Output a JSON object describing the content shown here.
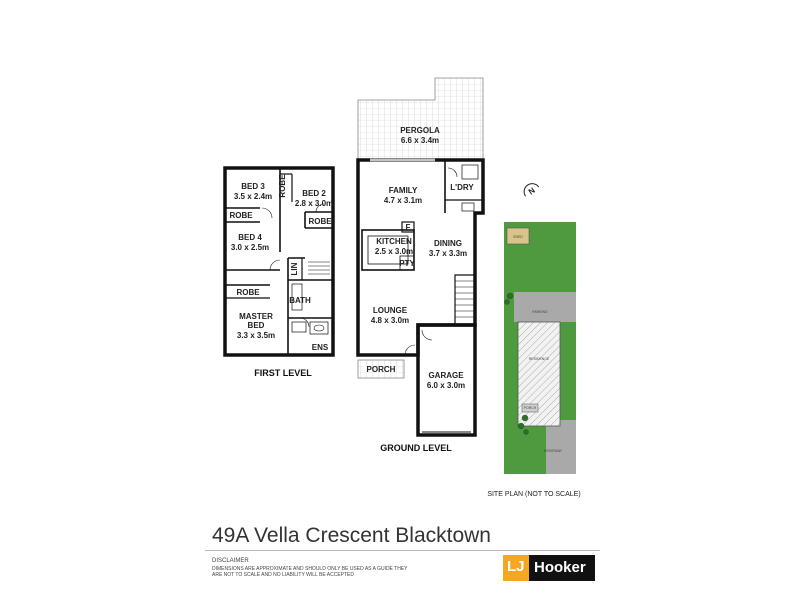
{
  "first_level": {
    "label": "FIRST LEVEL",
    "rooms": {
      "bed3": {
        "name": "BED 3",
        "dims": "3.5 x 2.4m"
      },
      "bed2": {
        "name": "BED 2",
        "dims": "2.8 x 3.0m"
      },
      "bed4": {
        "name": "BED 4",
        "dims": "3.0 x 2.5m"
      },
      "master": {
        "name_1": "MASTER",
        "name_2": "BED",
        "dims": "3.3 x 3.5m"
      },
      "robe_a": "ROBE",
      "robe_b": "ROBE",
      "robe_c": "ROBE",
      "robe_d": "ROBE",
      "lin": "LIN",
      "bath": "BATH",
      "ens": "ENS"
    }
  },
  "ground_level": {
    "label": "GROUND LEVEL",
    "rooms": {
      "pergola": {
        "name": "PERGOLA",
        "dims": "6.6 x 3.4m"
      },
      "family": {
        "name": "FAMILY",
        "dims": "4.7 x 3.1m"
      },
      "ldry": "L'DRY",
      "fridge": "F",
      "kitchen": {
        "name": "KITCHEN",
        "dims": "2.5 x 3.0m"
      },
      "pty": "PTY",
      "dining": {
        "name": "DINING",
        "dims": "3.7 x 3.3m"
      },
      "lounge": {
        "name": "LOUNGE",
        "dims": "4.8 x 3.0m"
      },
      "porch": "PORCH",
      "garage": {
        "name": "GARAGE",
        "dims": "6.0 x 3.0m"
      }
    }
  },
  "site_plan": {
    "label": "SITE PLAN (NOT TO SCALE)",
    "shed": "SHED",
    "parking": "PARKING",
    "residence": "RESIDENCE",
    "porch": "PORCH",
    "driveway": "DRIVEWAY",
    "compass_letter": "N",
    "colors": {
      "lawn": "#4f9a3f",
      "paving": "#a9a9a9",
      "shed": "#d8c48a"
    }
  },
  "footer": {
    "address": "49A Vella Crescent Blacktown",
    "disclaimer_title": "DISCLAIMER",
    "disclaimer_text": "DIMENSIONS ARE APPROXIMATE AND SHOULD ONLY BE USED AS A GUIDE THEY ARE NOT TO SCALE AND NO LIABILITY WILL BE ACCEPTED",
    "logo_mark": "LJ",
    "logo_word": "Hooker",
    "colors": {
      "logo_orange": "#f5a623",
      "logo_black": "#111111"
    }
  }
}
